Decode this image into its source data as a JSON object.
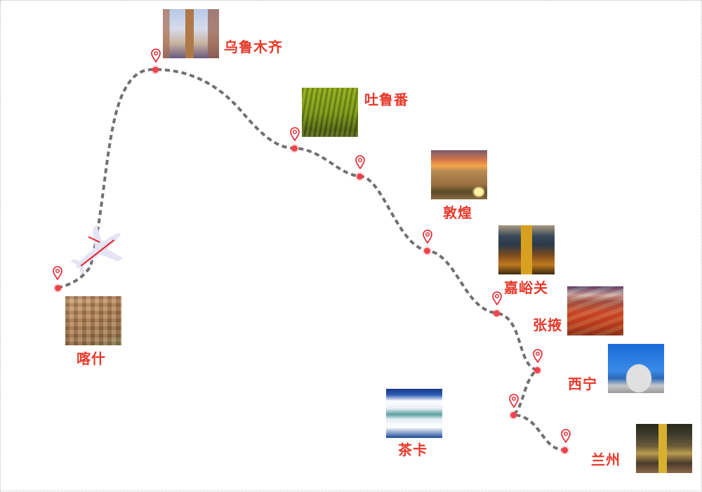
{
  "diagram": {
    "type": "travel-route-map",
    "colors": {
      "label": "#e8392b",
      "marker": "#f2424c",
      "route_line": "#707070",
      "background": "#ffffff"
    },
    "start_icon": "airplane-icon",
    "marker_icon": "map-pin-icon"
  },
  "stops": [
    {
      "id": "kashgar",
      "name": "喀什",
      "order": 1
    },
    {
      "id": "urumqi",
      "name": "乌鲁木齐",
      "order": 2
    },
    {
      "id": "turpan",
      "name": "吐鲁番",
      "order": 3
    },
    {
      "id": "dunhuang",
      "name": "敦煌",
      "order": 4
    },
    {
      "id": "jiayuguan",
      "name": "嘉峪关",
      "order": 5
    },
    {
      "id": "zhangye",
      "name": "张掖",
      "order": 6
    },
    {
      "id": "xining",
      "name": "西宁",
      "order": 7
    },
    {
      "id": "chaka",
      "name": "茶卡",
      "order": 8
    },
    {
      "id": "lanzhou",
      "name": "兰州",
      "order": 9
    }
  ]
}
